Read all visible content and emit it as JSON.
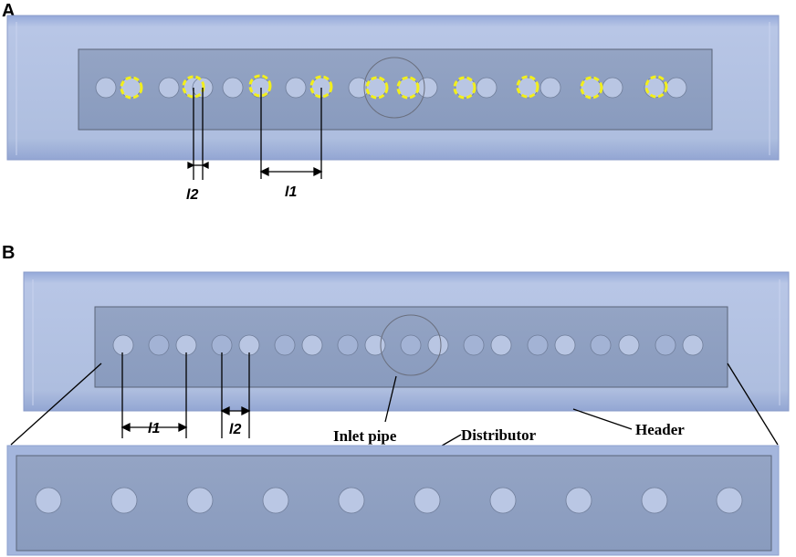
{
  "panels": {
    "a_label": "A",
    "b_label": "B"
  },
  "dimensions": {
    "a_l2": "l2",
    "a_l1": "l1",
    "b_l1": "l1",
    "b_l2": "l2"
  },
  "callouts": {
    "inlet_pipe": "Inlet pipe",
    "distributor": "Distributor",
    "header": "Header"
  },
  "colors": {
    "header_fill": "#a9badf",
    "header_edge": "#c8d4ee",
    "plate_fill": "#8fa0c2",
    "plate_stroke": "#5a6478",
    "hole_fill": "#bac7e4",
    "highlight": "#f2ef1c"
  }
}
